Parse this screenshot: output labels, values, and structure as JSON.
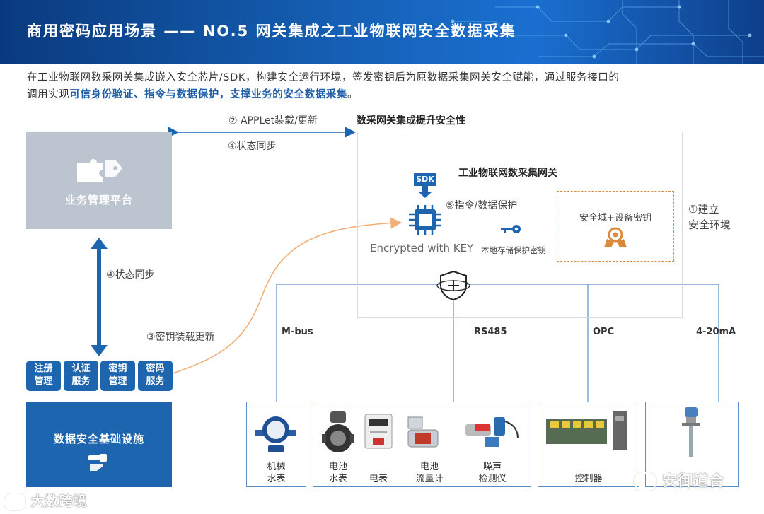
{
  "header": {
    "title": "商用密码应用场景 —— NO.5 网关集成之工业物联网安全数据采集"
  },
  "intro": {
    "line1": "在工业物联网数采网关集成嵌入安全芯片/SDK，构建安全运行环境，签发密钥后为原数据采集网关安全赋能，通过服务接口的",
    "line2_prefix": "调用实现",
    "line2_highlight": "可信身份验证、指令与数据保护，支撑业务的安全数据采集",
    "line2_suffix": "。"
  },
  "platform": {
    "label": "业务管理平台"
  },
  "infra": {
    "label": "数据安全基础设施"
  },
  "services": [
    {
      "line1": "注册",
      "line2": "管理"
    },
    {
      "line1": "认证",
      "line2": "服务"
    },
    {
      "line1": "密钥",
      "line2": "管理"
    },
    {
      "line1": "密码",
      "line2": "服务"
    }
  ],
  "flows": {
    "applet": "② APPLet装载/更新",
    "status_top": "④状态同步",
    "status_left": "④状态同步",
    "key_load": "③密钥装载更新",
    "cmd_protect": "⑤指令/数据保护",
    "build_env_line1": "①建立",
    "build_env_line2": "安全环境"
  },
  "gateway": {
    "headline": "数采网关集成提升安全性",
    "title": "工业物联网数采集网关",
    "sdk": "SDK",
    "encrypted": "Encrypted with KEY",
    "local_store": "本地存储保护密钥",
    "secure_domain": "安全域+设备密钥"
  },
  "buses": [
    "M-bus",
    "RS485",
    "OPC",
    "4-20mA"
  ],
  "devices": {
    "water_meter": {
      "line1": "机械",
      "line2": "水表"
    },
    "battery_water": {
      "line1": "电池",
      "line2": "水表"
    },
    "electric": {
      "line1": "电表"
    },
    "flow_meter": {
      "line1": "电池",
      "line2": "流量计"
    },
    "noise": {
      "line1": "噪声",
      "line2": "检测仪"
    },
    "controller": {
      "line1": "控制器"
    }
  },
  "watermarks": {
    "left": "大数跨境",
    "right": "安御道合"
  },
  "colors": {
    "blue": "#1e65b0",
    "orange": "#d98a3c",
    "gray": "#bcc4d0",
    "header": "#1560b5"
  }
}
